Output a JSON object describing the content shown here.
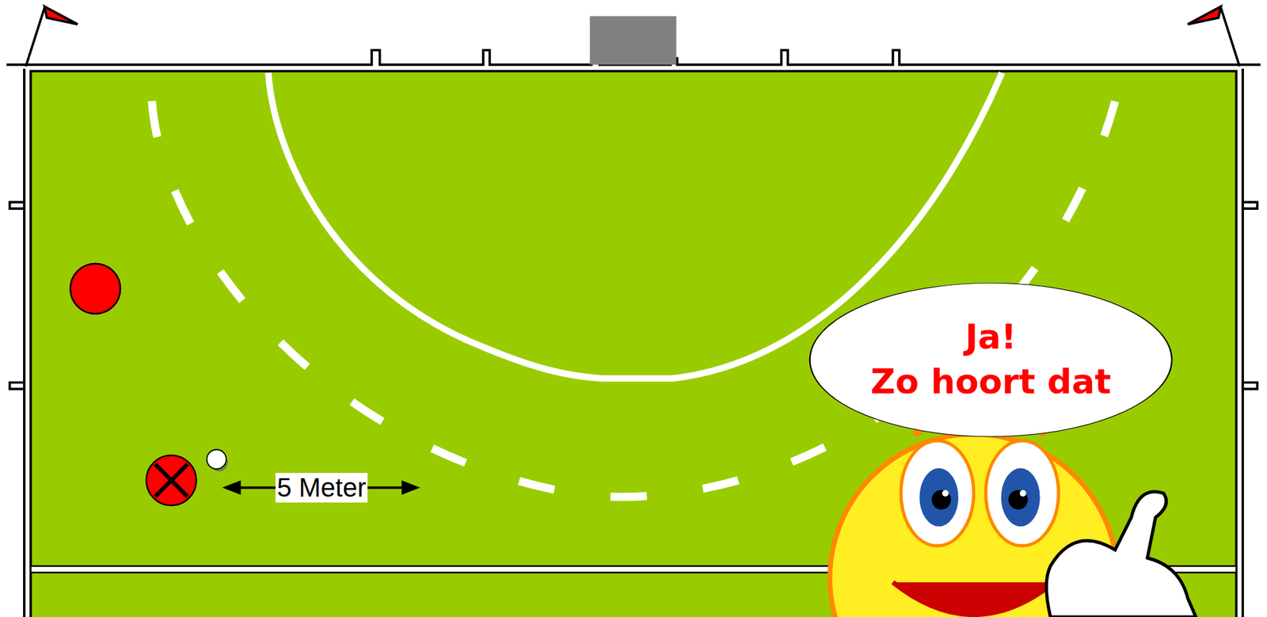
{
  "diagram": {
    "nodes": [
      {
        "text": [
          "Ja!",
          "Zo hoort dat"
        ]
      }
    ],
    "labels": [
      "5 Meter"
    ]
  }
}
